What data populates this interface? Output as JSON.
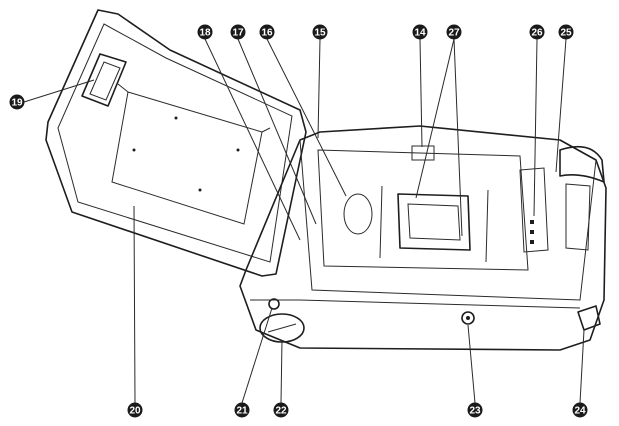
{
  "diagram": {
    "subject": "camera-open-back-view",
    "colors": {
      "ink": "#1e1e1e",
      "callout_fill": "#1a1a1a",
      "callout_text": "#ffffff",
      "paper": "#ffffff",
      "shade": "#cfcfcf"
    },
    "callouts": [
      {
        "id": "c14",
        "label": "14"
      },
      {
        "id": "c15",
        "label": "15"
      },
      {
        "id": "c16",
        "label": "16"
      },
      {
        "id": "c17",
        "label": "17"
      },
      {
        "id": "c18",
        "label": "18"
      },
      {
        "id": "c19",
        "label": "19"
      },
      {
        "id": "c20",
        "label": "20"
      },
      {
        "id": "c21",
        "label": "21"
      },
      {
        "id": "c22",
        "label": "22"
      },
      {
        "id": "c23",
        "label": "23"
      },
      {
        "id": "c24",
        "label": "24"
      },
      {
        "id": "c25",
        "label": "25"
      },
      {
        "id": "c26",
        "label": "26"
      },
      {
        "id": "c27",
        "label": "27"
      }
    ]
  }
}
